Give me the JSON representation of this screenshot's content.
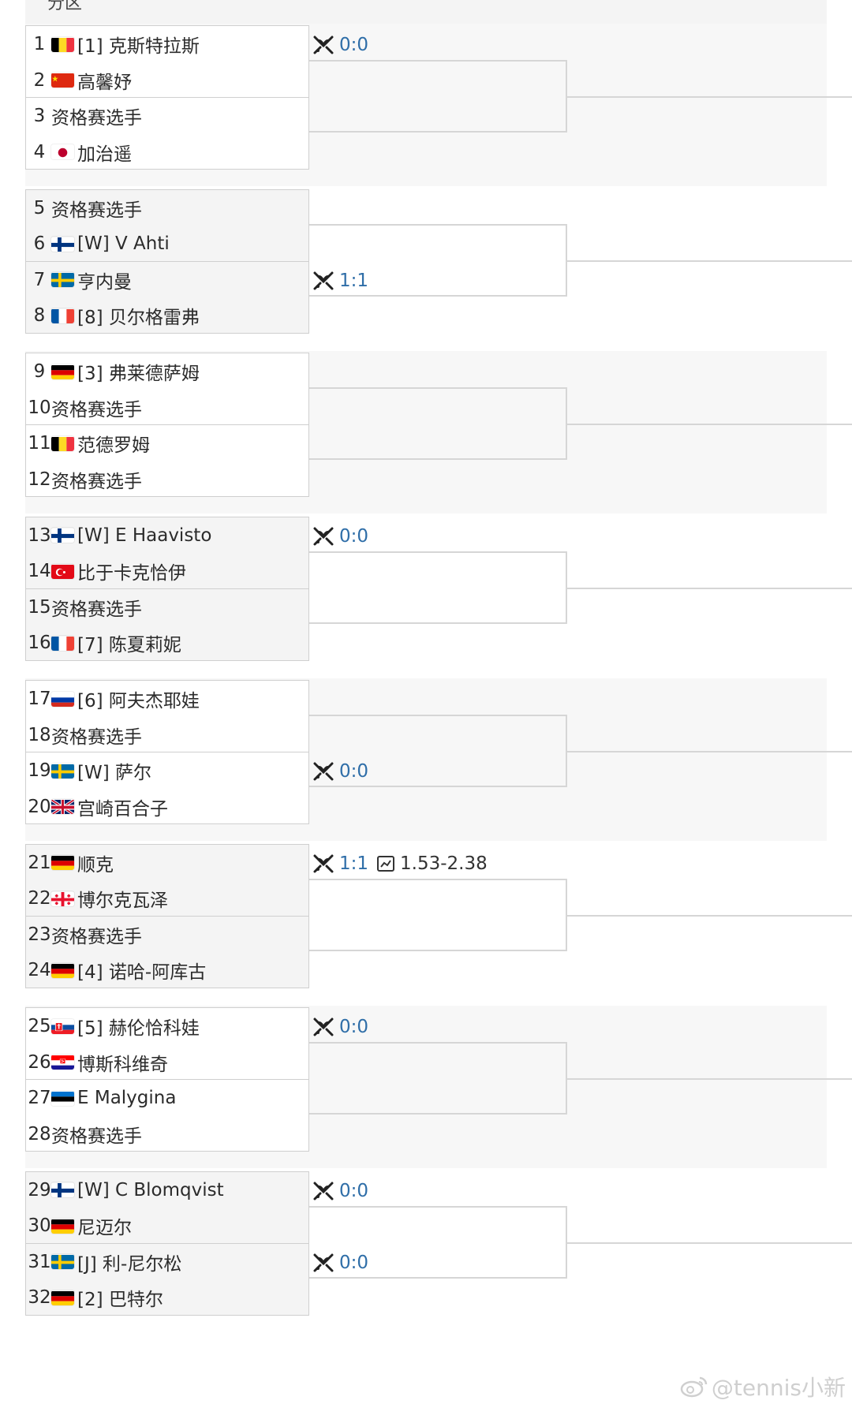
{
  "header": {
    "title": "分区"
  },
  "players": [
    {
      "num": "1",
      "flag": "be",
      "name": "[1] 克斯特拉斯"
    },
    {
      "num": "2",
      "flag": "cn",
      "name": "高馨妤"
    },
    {
      "num": "3",
      "flag": "",
      "name": "资格赛选手"
    },
    {
      "num": "4",
      "flag": "jp",
      "name": "加治遥"
    },
    {
      "num": "5",
      "flag": "",
      "name": "资格赛选手"
    },
    {
      "num": "6",
      "flag": "fi",
      "name": "[W] V Ahti"
    },
    {
      "num": "7",
      "flag": "se",
      "name": "亨内曼"
    },
    {
      "num": "8",
      "flag": "fr",
      "name": "[8] 贝尔格雷弗"
    },
    {
      "num": "9",
      "flag": "de",
      "name": "[3] 弗莱德萨姆"
    },
    {
      "num": "10",
      "flag": "",
      "name": "资格赛选手"
    },
    {
      "num": "11",
      "flag": "be",
      "name": "范德罗姆"
    },
    {
      "num": "12",
      "flag": "",
      "name": "资格赛选手"
    },
    {
      "num": "13",
      "flag": "fi",
      "name": "[W] E Haavisto"
    },
    {
      "num": "14",
      "flag": "tr",
      "name": "比于卡克恰伊"
    },
    {
      "num": "15",
      "flag": "",
      "name": "资格赛选手"
    },
    {
      "num": "16",
      "flag": "fr",
      "name": "[7] 陈夏莉妮"
    },
    {
      "num": "17",
      "flag": "ru",
      "name": "[6] 阿夫杰耶娃"
    },
    {
      "num": "18",
      "flag": "",
      "name": "资格赛选手"
    },
    {
      "num": "19",
      "flag": "se",
      "name": "[W] 萨尔"
    },
    {
      "num": "20",
      "flag": "gb",
      "name": "宫崎百合子"
    },
    {
      "num": "21",
      "flag": "de",
      "name": "顺克"
    },
    {
      "num": "22",
      "flag": "ge",
      "name": "博尔克瓦泽"
    },
    {
      "num": "23",
      "flag": "",
      "name": "资格赛选手"
    },
    {
      "num": "24",
      "flag": "de",
      "name": "[4] 诺哈-阿库古"
    },
    {
      "num": "25",
      "flag": "sk",
      "name": "[5] 赫伦恰科娃"
    },
    {
      "num": "26",
      "flag": "hr",
      "name": "博斯科维奇"
    },
    {
      "num": "27",
      "flag": "ee",
      "name": "E Malygina"
    },
    {
      "num": "28",
      "flag": "",
      "name": "资格赛选手"
    },
    {
      "num": "29",
      "flag": "fi",
      "name": "[W] C Blomqvist"
    },
    {
      "num": "30",
      "flag": "de",
      "name": "尼迈尔"
    },
    {
      "num": "31",
      "flag": "se",
      "name": "[J] 利-尼尔松"
    },
    {
      "num": "32",
      "flag": "de",
      "name": "[2] 巴特尔"
    }
  ],
  "h2h": [
    {
      "player_index": 0,
      "score": "0:0",
      "odds": ""
    },
    {
      "player_index": 6,
      "score": "1:1",
      "odds": ""
    },
    {
      "player_index": 12,
      "score": "0:0",
      "odds": ""
    },
    {
      "player_index": 18,
      "score": "0:0",
      "odds": ""
    },
    {
      "player_index": 20,
      "score": "1:1",
      "odds": "1.53-2.38"
    },
    {
      "player_index": 24,
      "score": "0:0",
      "odds": ""
    },
    {
      "player_index": 28,
      "score": "0:0",
      "odds": ""
    },
    {
      "player_index": 30,
      "score": "0:0",
      "odds": ""
    }
  ],
  "icons": {
    "h2h": "crossed-rackets-icon",
    "odds": "line-chart-icon"
  },
  "colors": {
    "score": "#2f6ea8",
    "border": "#cfcfcf",
    "bracket": "#d6d6d6",
    "section_bg": "#f7f7f7"
  },
  "watermark": {
    "text": "@tennis小新",
    "icon": "weibo-logo-icon"
  }
}
